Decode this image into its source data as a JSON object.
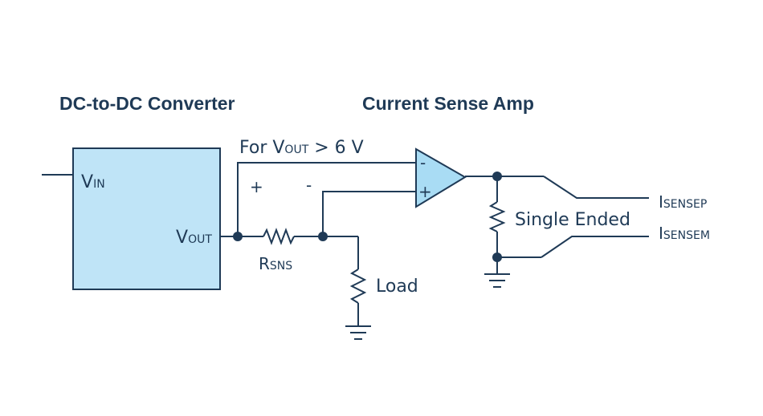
{
  "titles": {
    "converter": "DC-to-DC Converter",
    "amp": "Current Sense Amp"
  },
  "labels": {
    "condition_prefix": "For V",
    "condition_sub": "OUT",
    "condition_suffix": " > 6 V",
    "vin_main": "V",
    "vin_sub": "IN",
    "vout_main": "V",
    "vout_sub": "OUT",
    "rsns_main": "R",
    "rsns_sub": "SNS",
    "load": "Load",
    "plus": "+",
    "minus": "-",
    "amp_minus": "-",
    "amp_plus": "+",
    "single_ended": "Single Ended",
    "isensep_main": "I",
    "isensep_sub": "SENSEP",
    "isensem_main": "I",
    "isensem_sub": "SENSEM"
  },
  "colors": {
    "wire": "#1f3a56",
    "converter_fill": "#bfe4f7",
    "amp_fill": "#a9dcf4"
  }
}
